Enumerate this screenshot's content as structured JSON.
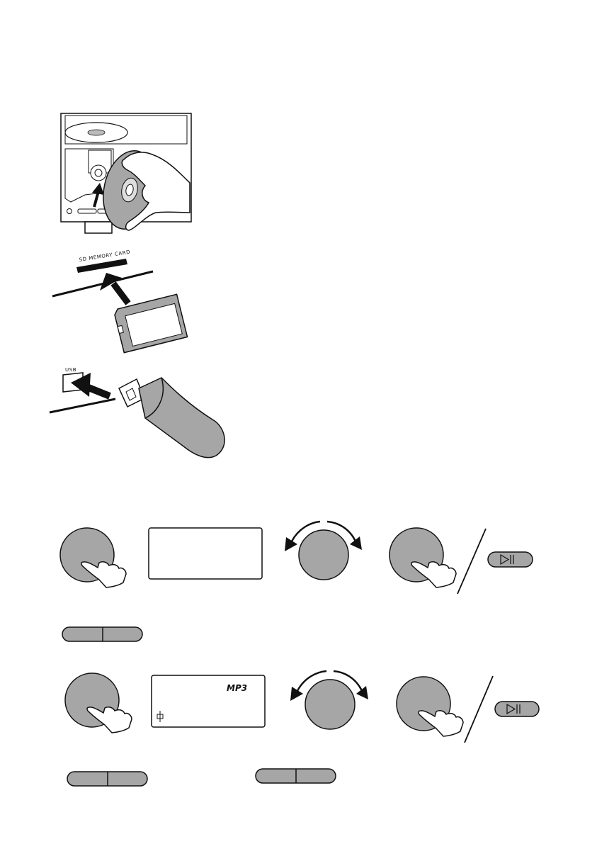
{
  "labels": {
    "sd_memory_card": "SD MEMORY CARD",
    "usb": "USB",
    "mp3": "MP3"
  },
  "colors": {
    "ink": "#111111",
    "gray_fill": "#a6a6a6",
    "light_gray": "#cfcfcf",
    "paper": "#ffffff"
  },
  "icons": {
    "play_pause": "play-pause-icon",
    "folder": "folder-icon",
    "press_hand": "hand-pointer-icon",
    "rotate": "rotate-arrows-icon"
  }
}
